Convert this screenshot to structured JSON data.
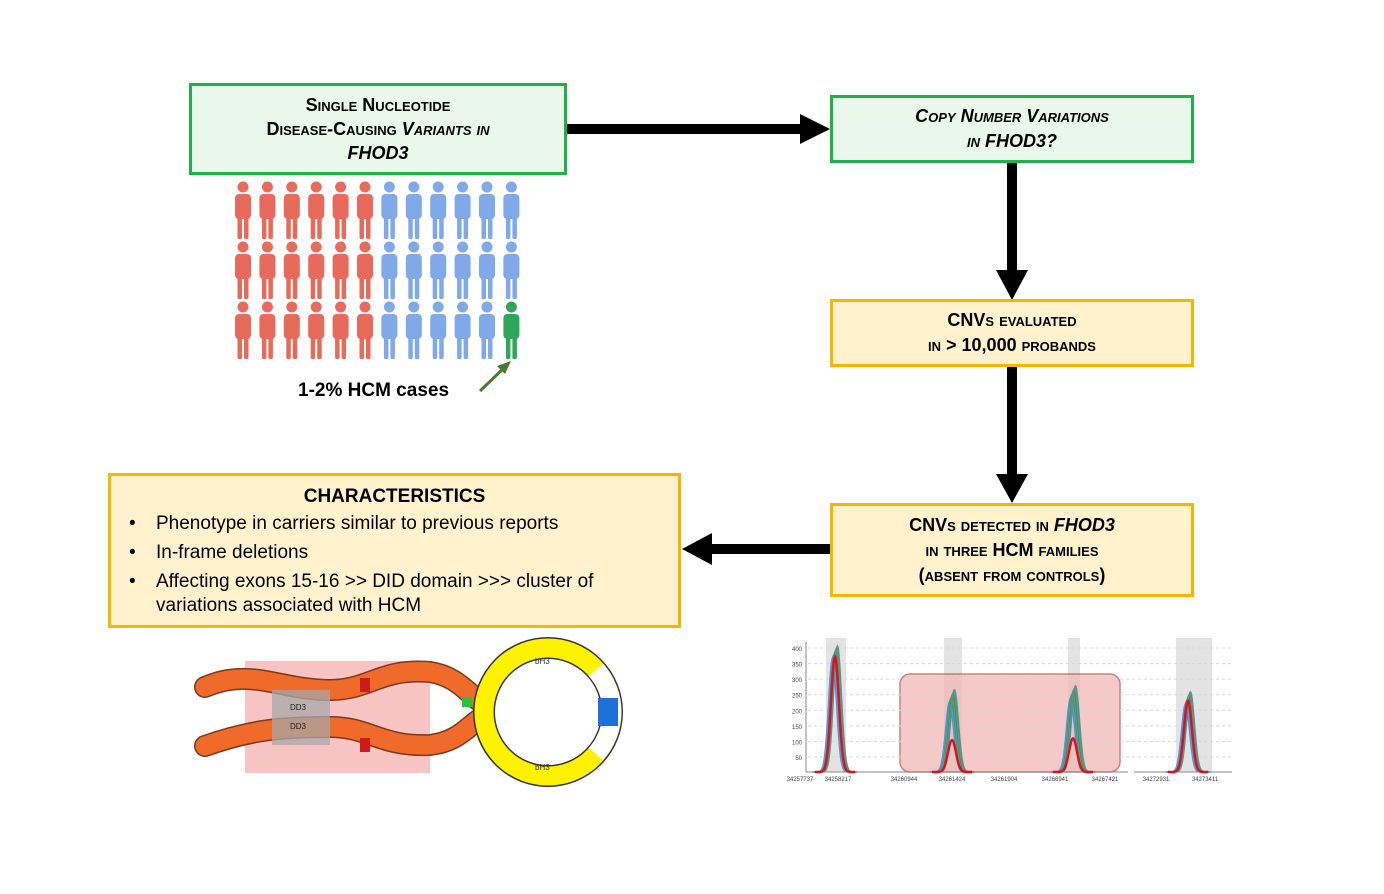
{
  "snv_box": {
    "line1": "Single Nucleotide",
    "line2_a": "Disease-Causing ",
    "line2_b": "Variants in",
    "line3": "FHOD3"
  },
  "cnv_question_box": {
    "line1": "Copy Number Variations",
    "line2_a": "in ",
    "line2_b": "FHOD3?"
  },
  "evaluated_box": {
    "line1": "CNVs evaluated",
    "line2": "in > 10,000 probands"
  },
  "detected_box": {
    "line1_a": "CNVs detected in ",
    "line1_b": "FHOD3",
    "line2": "in three HCM families",
    "line3": "(absent from controls)"
  },
  "characteristics_box": {
    "title": "CHARACTERISTICS",
    "items": [
      "Phenotype in carriers similar to previous reports",
      "In-frame deletions",
      "Affecting exons 15-16 >> DID domain >>> cluster of variations associated with HCM"
    ]
  },
  "people_figure": {
    "caption": "1-2% HCM cases",
    "rows": 3,
    "per_row": 12,
    "colors": {
      "red": "#e86a5a",
      "blue": "#7fa9e8",
      "green": "#2fa65a"
    }
  },
  "protein_diagram": {
    "domain_labels": [
      "DD3",
      "DD3",
      "bH3",
      "bH3"
    ]
  },
  "coverage_plot": {
    "y_ticks": [
      "400",
      "350",
      "300",
      "250",
      "200",
      "150",
      "100",
      "50"
    ],
    "x_ticks": [
      "34257737",
      "34258217",
      "34260944",
      "34261424",
      "34261904",
      "34266941",
      "34267421",
      "34272931",
      "34273411"
    ]
  }
}
